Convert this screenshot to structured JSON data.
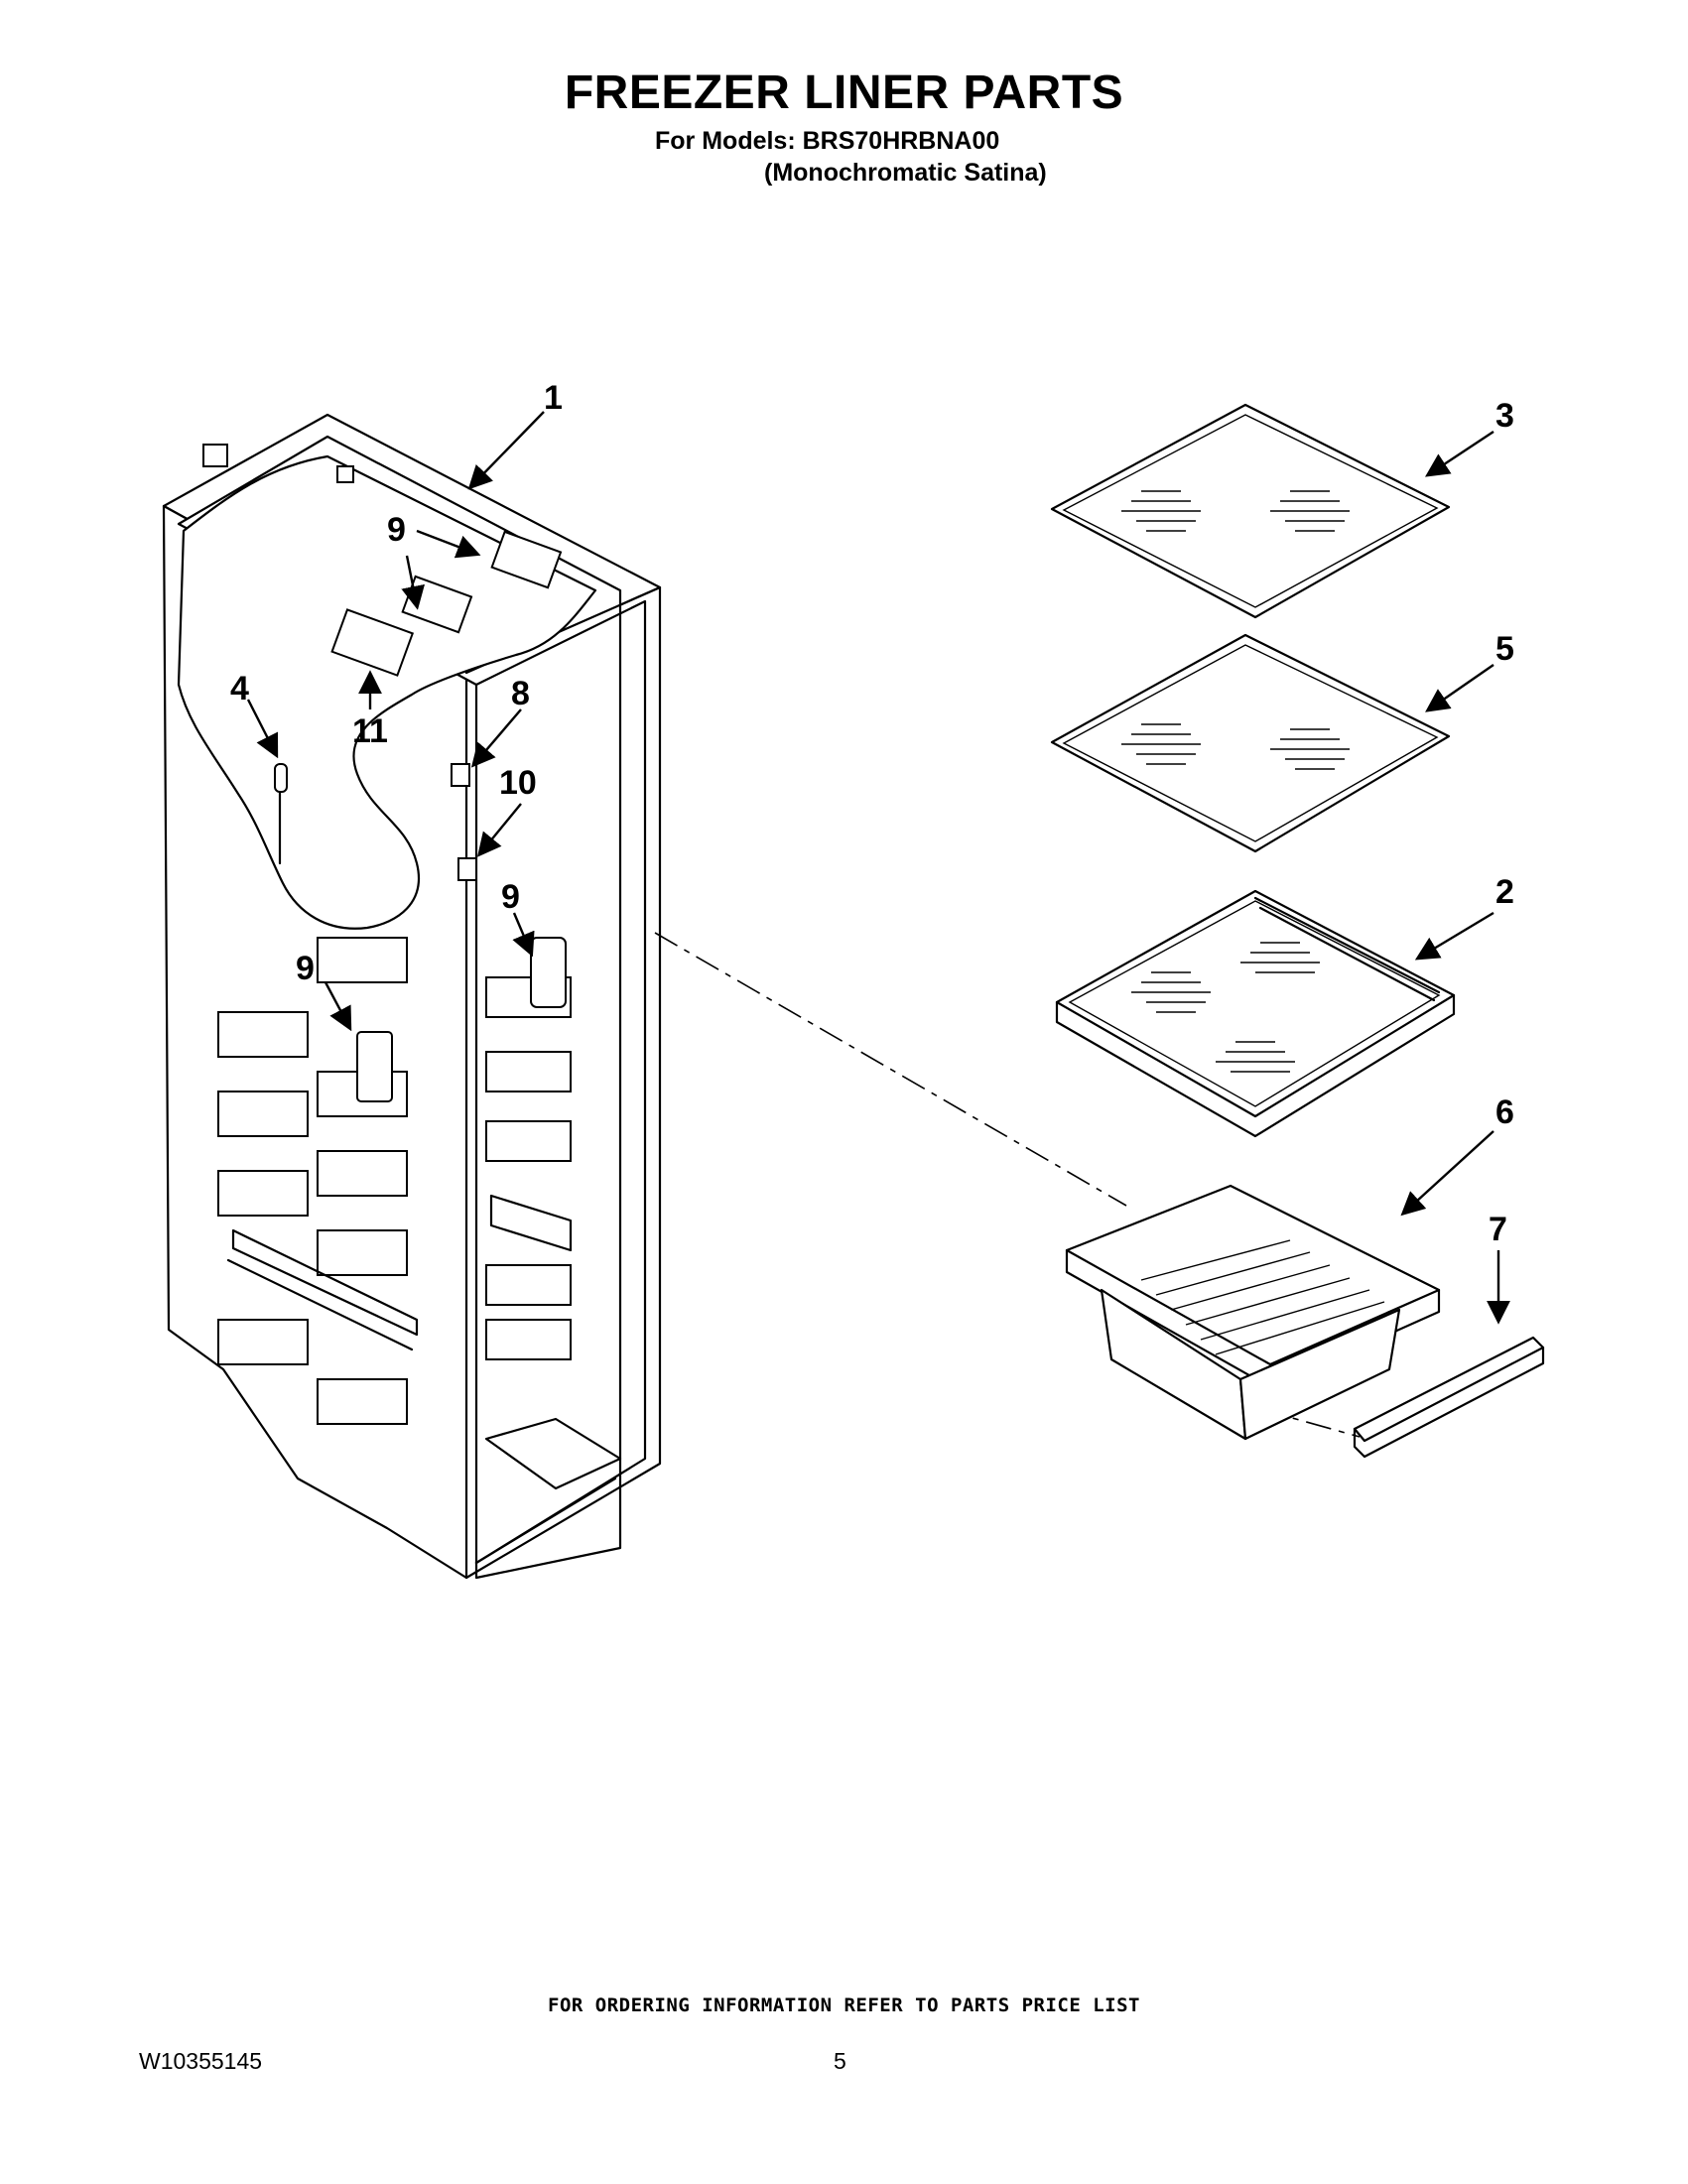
{
  "page": {
    "title": "FREEZER LINER PARTS",
    "models_line": "For Models: BRS70HRBNA00",
    "models_variant": "(Monochromatic Satina)",
    "footer_note": "FOR ORDERING INFORMATION REFER TO PARTS PRICE LIST",
    "document_number": "W10355145",
    "page_number": "5"
  },
  "callouts": [
    {
      "id": "c1",
      "label": "1"
    },
    {
      "id": "c3",
      "label": "3"
    },
    {
      "id": "c9a",
      "label": "9"
    },
    {
      "id": "c4",
      "label": "4"
    },
    {
      "id": "c11",
      "label": "11"
    },
    {
      "id": "c8",
      "label": "8"
    },
    {
      "id": "c10",
      "label": "10"
    },
    {
      "id": "c9b",
      "label": "9"
    },
    {
      "id": "c9c",
      "label": "9"
    },
    {
      "id": "c5",
      "label": "5"
    },
    {
      "id": "c2",
      "label": "2"
    },
    {
      "id": "c6",
      "label": "6"
    },
    {
      "id": "c7",
      "label": "7"
    }
  ]
}
